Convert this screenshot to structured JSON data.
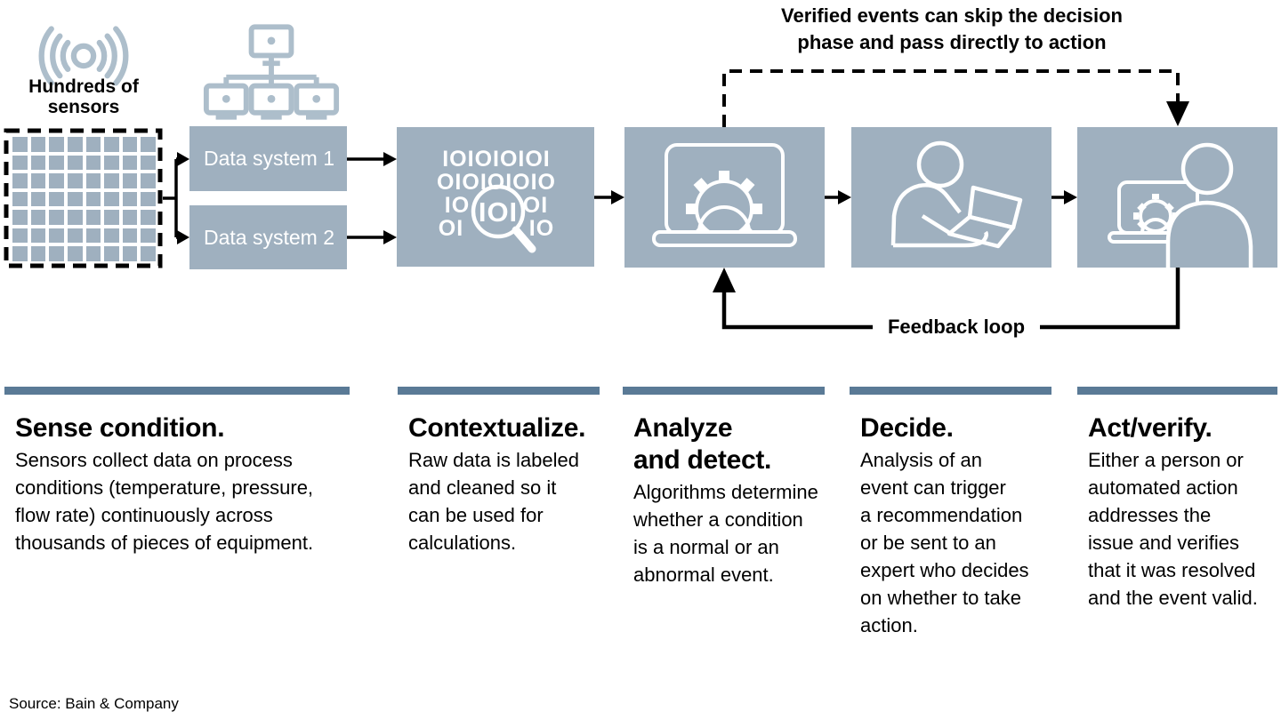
{
  "palette": {
    "box_fill": "#9FB0BF",
    "bar_fill": "#5A7A96",
    "icon_blue": "#ADBECB",
    "line_black": "#000000",
    "icon_stroke_white": "#FFFFFF"
  },
  "sensors": {
    "label": "Hundreds of\nsensors",
    "grid_rows": 7,
    "grid_cols": 8
  },
  "flow": {
    "data_system_1": "Data system 1",
    "data_system_2": "Data system 2",
    "skip_note": "Verified events can skip the decision\nphase and pass directly to action",
    "feedback_label": "Feedback loop",
    "binary_icon": {
      "row1": "IOIOIOIOI",
      "row2": "OIOIOIOIO",
      "row3_left": "IO",
      "row3_right": "OI",
      "row4_left": "OI",
      "row4_right": "IO",
      "lens": "IOI"
    }
  },
  "icons": {
    "sensor": "radio-waves-icon",
    "network": "network-monitors-icon",
    "contextualize": "binary-magnifier-icon",
    "analyze": "laptop-gear-icon",
    "decide": "person-laptop-icon",
    "act": "person-laptop-gear-icon"
  },
  "columns": [
    {
      "title": "Sense condition.",
      "body": "Sensors collect data on process\nconditions (temperature, pressure,\nflow rate) continuously across\nthousands of pieces of equipment."
    },
    {
      "title": "Contextualize.",
      "body": "Raw data is labeled\nand cleaned so it\ncan be used for\ncalculations."
    },
    {
      "title": "Analyze\nand detect.",
      "body": "Algorithms determine\nwhether a condition\nis a normal or an\nabnormal event."
    },
    {
      "title": "Decide.",
      "body": "Analysis of an\nevent can trigger\na recommendation\nor be sent to an\nexpert who decides\non whether to take\naction."
    },
    {
      "title": "Act/verify.",
      "body": "Either a person or\nautomated action\naddresses the\nissue and verifies\nthat it was resolved\nand the event valid."
    }
  ],
  "source": "Source: Bain & Company"
}
